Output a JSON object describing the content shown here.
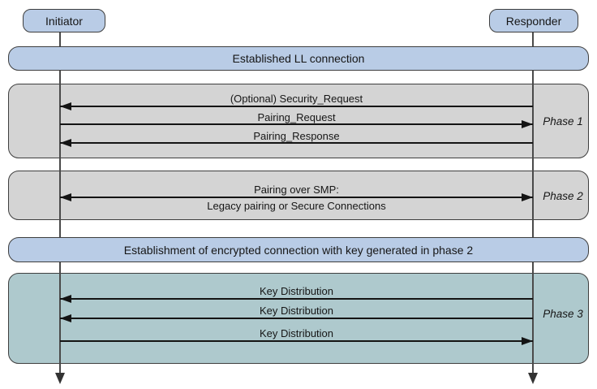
{
  "diagram": {
    "title_semantic": "LE pairing phases sequence diagram",
    "actors": {
      "initiator": "Initiator",
      "responder": "Responder"
    },
    "bands": {
      "established": "Established LL connection",
      "encryption": "Establishment of encrypted connection with key generated in phase 2"
    },
    "phase1": {
      "label": "Phase 1",
      "messages": [
        {
          "text": "(Optional) Security_Request",
          "direction": "to-initiator"
        },
        {
          "text": "Pairing_Request",
          "direction": "to-responder"
        },
        {
          "text": "Pairing_Response",
          "direction": "to-initiator"
        }
      ]
    },
    "phase2": {
      "label": "Phase 2",
      "line1": "Pairing over SMP:",
      "line2": "Legacy pairing or Secure Connections",
      "direction": "bidirectional"
    },
    "phase3": {
      "label": "Phase 3",
      "messages": [
        {
          "text": "Key Distribution",
          "direction": "to-initiator"
        },
        {
          "text": "Key Distribution",
          "direction": "to-initiator"
        },
        {
          "text": "Key Distribution",
          "direction": "to-responder"
        }
      ]
    },
    "colors": {
      "band_blue": "#b9cce6",
      "phase_gray": "#d4d4d4",
      "phase_teal": "#aec9cd",
      "box_border": "#3e3e3e",
      "arrow_black": "#141414",
      "lifeline_gray": "#4a4a4a"
    }
  }
}
